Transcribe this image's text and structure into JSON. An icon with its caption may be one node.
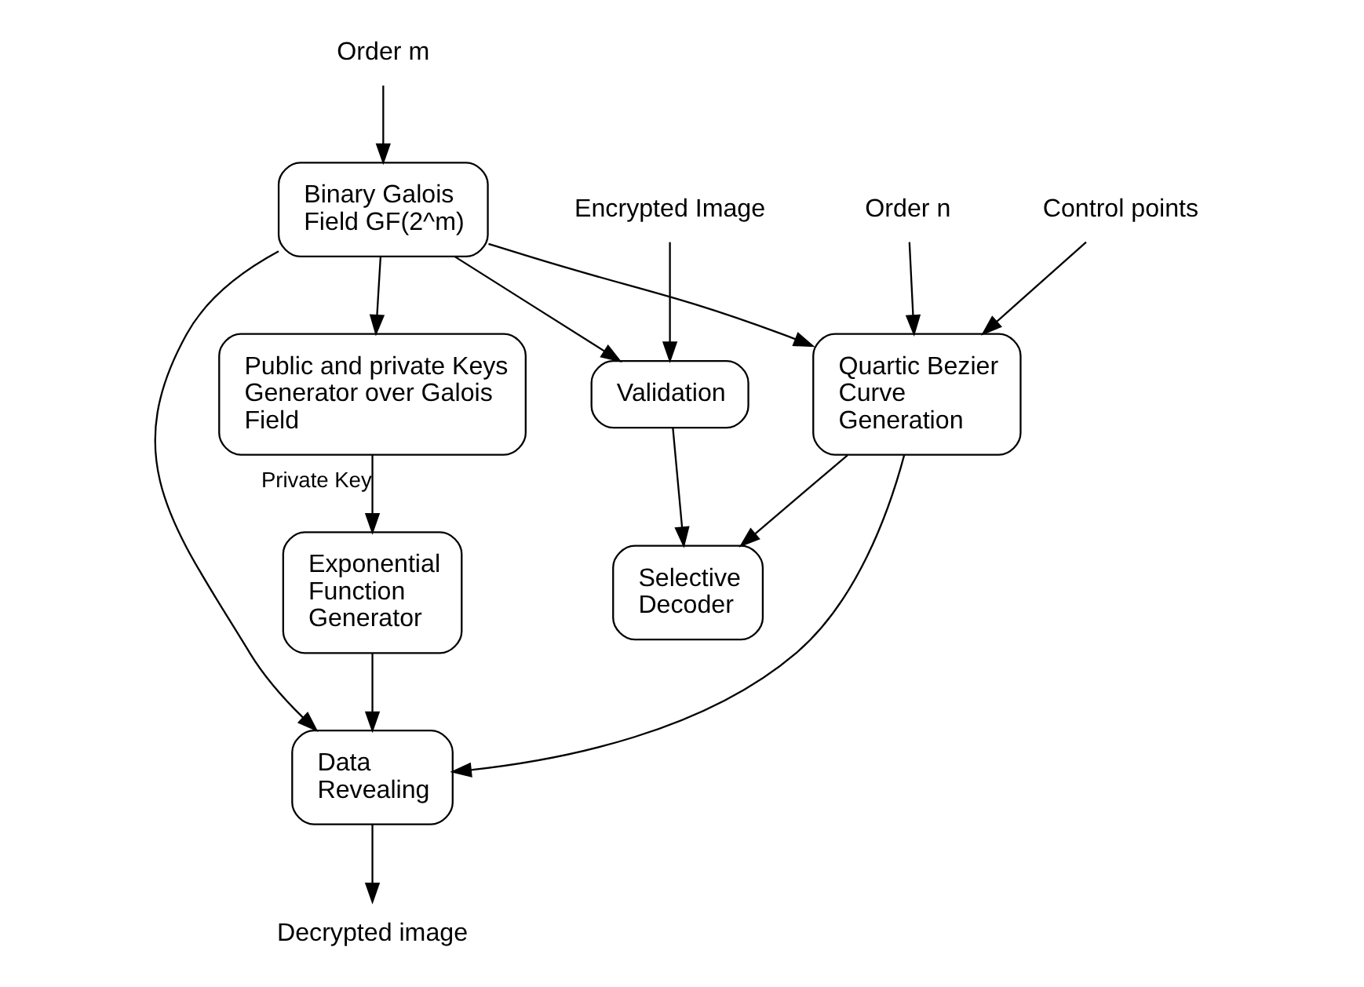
{
  "diagram": {
    "nodes": [
      {
        "text": [
          "Encrypted Image"
        ]
      },
      {
        "text": [
          "Public and private Keys Generator over Galois Field"
        ]
      },
      {
        "text": [
          "Validation"
        ]
      },
      {
        "text": [
          "Exponential Function Generator"
        ]
      },
      {
        "text": [
          "Order m"
        ]
      },
      {
        "text": [
          "Binary Galois Field GF(2^m)"
        ]
      },
      {
        "text": [
          "Selective Decoder"
        ]
      },
      {
        "text": [
          "Order n"
        ]
      },
      {
        "text": [
          "Quartic Bezier Curve Generation"
        ]
      },
      {
        "text": [
          "Control points"
        ]
      },
      {
        "text": [
          "Data Revealing"
        ]
      },
      {
        "text": [
          "Decrypted image"
        ]
      }
    ],
    "edges": [
      {
        "from": 5,
        "to": 1,
        "arrow": "to"
      },
      {
        "from": 1,
        "to": 3,
        "arrow": "to",
        "label": "Private Key"
      },
      {
        "from": 0,
        "to": 2,
        "arrow": "to"
      },
      {
        "from": 2,
        "to": 6,
        "arrow": "to"
      },
      {
        "from": 5,
        "to": 2,
        "arrow": "to"
      },
      {
        "from": 5,
        "to": 10,
        "arrow": "to"
      },
      {
        "from": 5,
        "to": 8,
        "arrow": "to"
      },
      {
        "from": 8,
        "to": 6,
        "arrow": "to"
      },
      {
        "from": 8,
        "to": 10,
        "arrow": "to"
      },
      {
        "from": 3,
        "to": 10,
        "arrow": "to"
      },
      {
        "from": 4,
        "to": 5,
        "arrow": "to"
      },
      {
        "from": 7,
        "to": 8,
        "arrow": "to"
      },
      {
        "from": 9,
        "to": 8,
        "arrow": "to"
      },
      {
        "from": 10,
        "to": 11,
        "arrow": "to"
      }
    ]
  }
}
